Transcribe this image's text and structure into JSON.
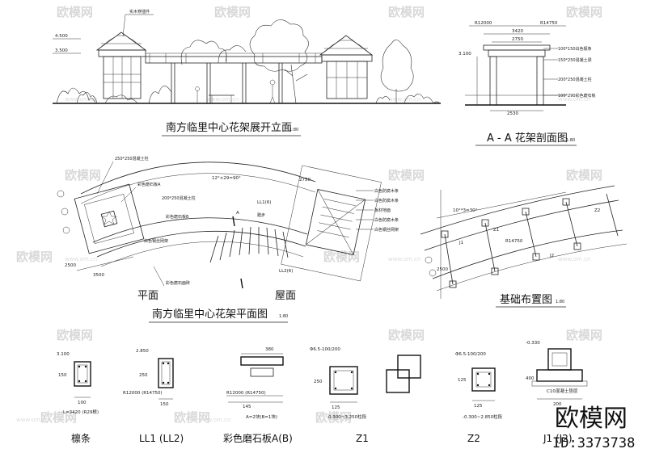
{
  "titles": {
    "elevation": "南方临里中心花架展开立面",
    "elevation_scale": "1:80",
    "section": "A - A  花架剖面图",
    "section_scale": "1:80",
    "plan": "南方临里中心花架平面图",
    "plan_scale": "1:80",
    "plan_left": "平面",
    "plan_right": "屋面",
    "foundation": "基础布置图",
    "foundation_scale": "1:80"
  },
  "details": [
    {
      "title": "檩条",
      "top_note": "3.100",
      "dim_h": "150",
      "dim_w": "100",
      "foot": "L=3420 (R29根)"
    },
    {
      "title": "LL1 (LL2)",
      "top_note": "2.850",
      "dim_h": "250",
      "dim_w": "150",
      "foot": "R12000 (R14750)"
    },
    {
      "title": "彩色磨石板A(B)",
      "top_note": "380",
      "dim_h": "",
      "dim_w": "145",
      "foot": "A=2块(B=1块)"
    },
    {
      "title": "Z1",
      "top_note": "Φ6.5-100/200",
      "dim_h": "250",
      "dim_w": "125",
      "foot": "-0.300~3.250柱段"
    },
    {
      "title": "Z2",
      "top_note": "Φ6.5-100/200",
      "dim_h": "125",
      "dim_w": "125",
      "foot": "-0.300~2.850柱段"
    },
    {
      "title": "J1 (J2)",
      "top_note": "-0.330",
      "dim_h": "400",
      "dim_w": "200",
      "foot": "C10混凝土垫层"
    }
  ],
  "annotations": {
    "elev_level_1": "4.500",
    "elev_level_2": "3.500",
    "elev_callout": "实木穿插件",
    "sec_r1": "R12000",
    "sec_r2": "R14750",
    "sec_d1": "3420",
    "sec_d2": "2750",
    "sec_d3": "2530",
    "sec_n1": "100*150白色檩条",
    "sec_n2": "150*250混凝土梁",
    "sec_n3": "200*250混凝土柱",
    "sec_n4": "100*290彩色磨石板",
    "sec_level": "3.100",
    "plan_n1": "250*250混凝土柱",
    "plan_n2": "彩色磨石板A",
    "plan_n3": "200*250混凝土柱",
    "plan_n4": "彩色磨石板B",
    "plan_n5": "白色钢丝网架",
    "plan_n6": "彩色磨石面砖",
    "plan_angle": "12°×29=90°",
    "plan_ll1": "LL1(6)",
    "plan_ll2": "LL2(6)",
    "plan_step": "踏步",
    "plan_r1": "白色防腐木条",
    "plan_r2": "白色防腐木条",
    "plan_r3": "板材地面",
    "plan_r4": "白色防腐木条",
    "plan_r5": "白色钢丝网架",
    "plan_dim1": "2750",
    "plan_dim2": "3500",
    "plan_dim3": "2500",
    "plan_a": "A",
    "found_angle": "10°*3=30°",
    "found_dim": "2500",
    "found_r": "R14750",
    "found_j1": "J1",
    "found_j2": "J2",
    "found_z1": "Z1",
    "found_z2": "Z2"
  },
  "watermark": {
    "brand": "欧模网",
    "site": "www.om.cn",
    "id": "ID:3373738"
  }
}
